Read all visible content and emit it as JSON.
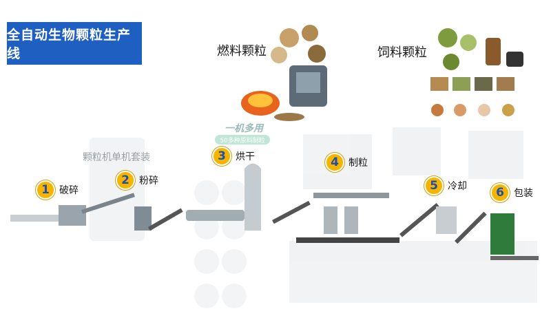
{
  "title": "全自动生物颗粒生产线",
  "fuel_label": "燃料颗粒",
  "feed_label": "饲料颗粒",
  "kit_label": "颗粒机单机套装",
  "promo": {
    "main": "一机多用",
    "sub": "50多种原料制粒"
  },
  "steps": [
    {
      "num": "1",
      "label": "破碎"
    },
    {
      "num": "2",
      "label": "粉碎"
    },
    {
      "num": "3",
      "label": "烘干"
    },
    {
      "num": "4",
      "label": "制粒"
    },
    {
      "num": "5",
      "label": "冷却"
    },
    {
      "num": "6",
      "label": "包装"
    }
  ],
  "colors": {
    "title_bg": "#1f5fc2",
    "badge": "#f4b400",
    "badge_text": "#1f4fa8"
  }
}
